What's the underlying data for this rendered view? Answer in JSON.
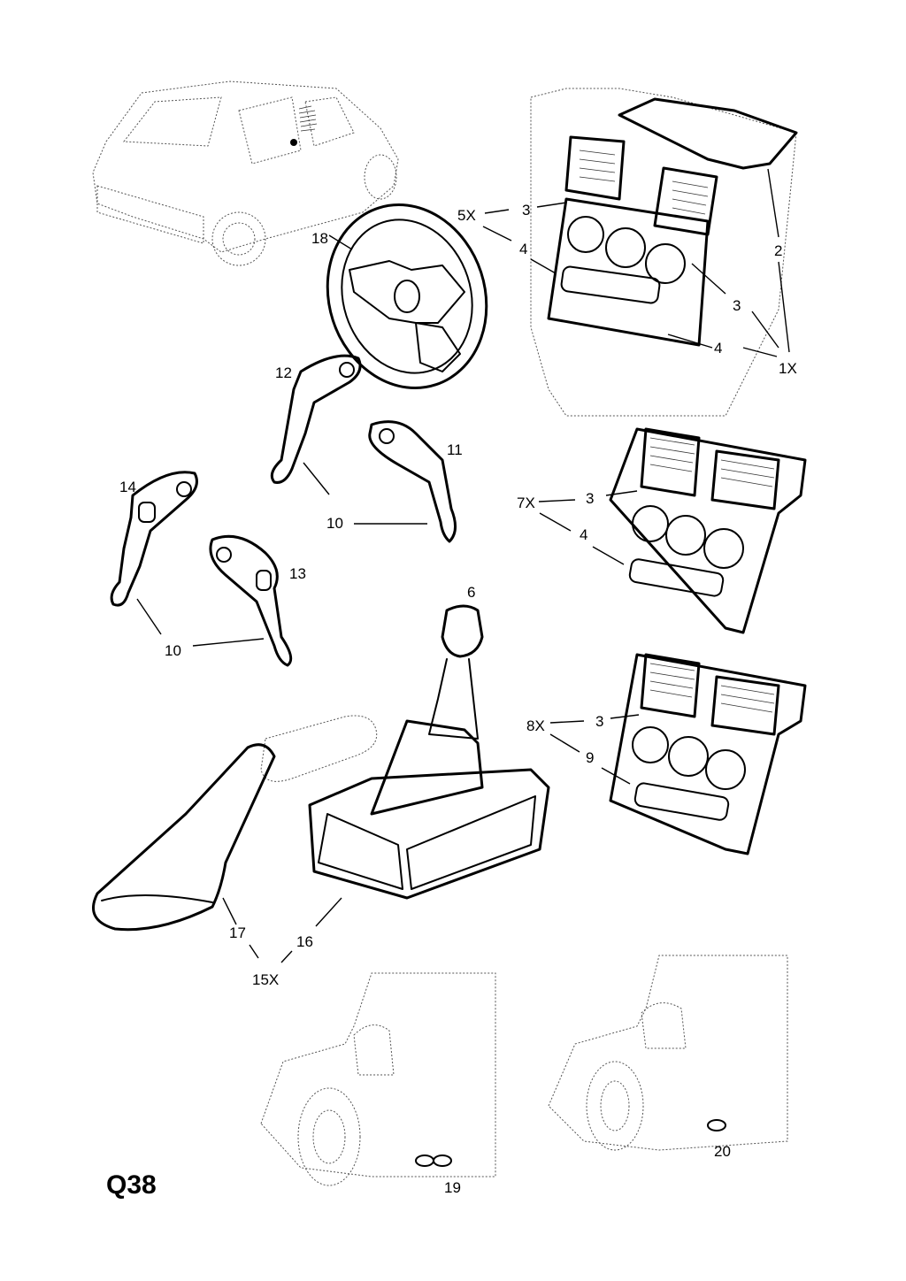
{
  "page_id": "Q38",
  "labels": {
    "l1x": "1X",
    "l2": "2",
    "l3a": "3",
    "l3b": "3",
    "l3c": "3",
    "l3d": "3",
    "l4a": "4",
    "l4b": "4",
    "l4c": "4",
    "l5x": "5X",
    "l6": "6",
    "l7x": "7X",
    "l8x": "8X",
    "l9": "9",
    "l10a": "10",
    "l10b": "10",
    "l11": "11",
    "l12": "12",
    "l13": "13",
    "l14": "14",
    "l15x": "15X",
    "l16": "16",
    "l17": "17",
    "l18": "18",
    "l19": "19",
    "l20": "20"
  },
  "icons": [
    "car-icon",
    "steering-wheel-icon",
    "dashboard-panel-icon",
    "gear-knob-icon",
    "handbrake-cover-icon",
    "door-handle-icon",
    "exhaust-tip-icon"
  ]
}
